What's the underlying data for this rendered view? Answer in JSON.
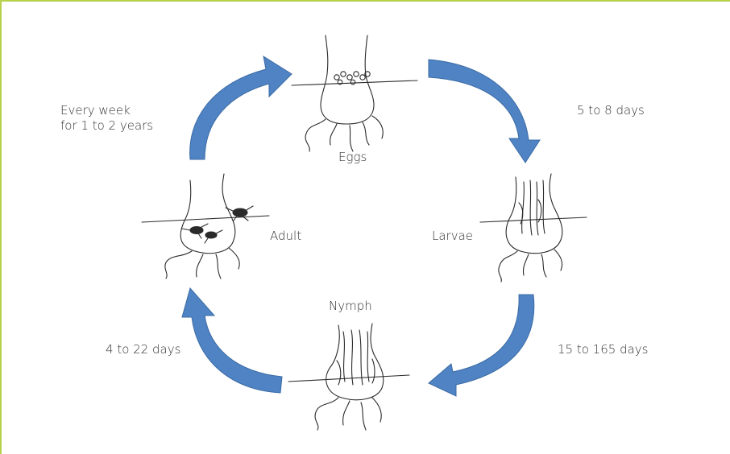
{
  "stages": {
    "eggs": "Eggs",
    "larvae": "Larvae",
    "nymph": "Nymph",
    "adult": "Adult"
  },
  "durations": {
    "eggs_to_larvae": "5 to 8 days",
    "larvae_to_nymph": "15 to 165 days",
    "nymph_to_adult": "4 to 22 days",
    "adult_to_eggs_line1": "Every week",
    "adult_to_eggs_line2": "for 1 to 2 years"
  },
  "colors": {
    "arrow_fill": "#4f83c3",
    "arrow_stroke": "#3b6ba5",
    "frame": "#b7d24a"
  }
}
